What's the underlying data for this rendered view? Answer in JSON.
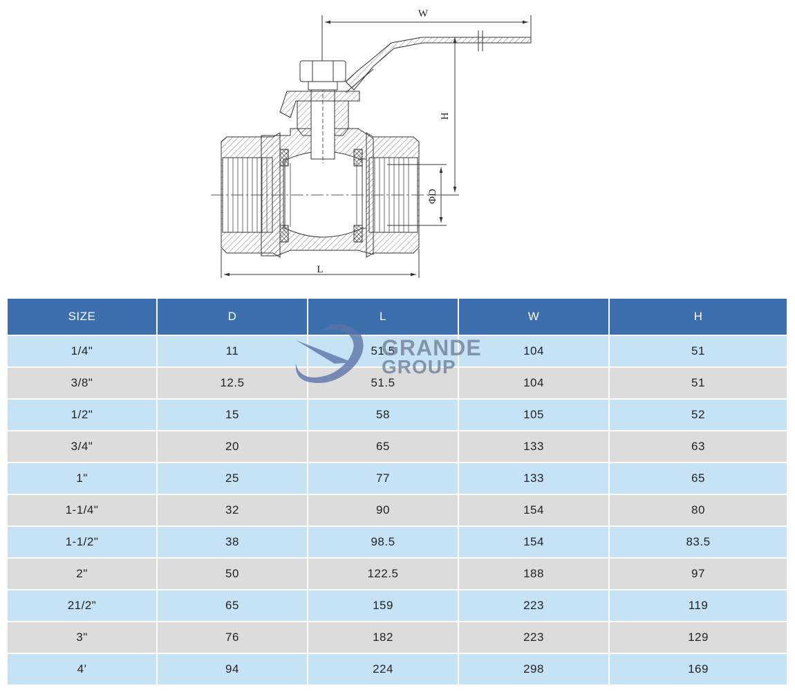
{
  "drawing": {
    "dimension_labels": {
      "W": "W",
      "H": "H",
      "D": "ΦD",
      "L": "L"
    }
  },
  "watermark": {
    "line1": "GRANDE",
    "line2": "GROUP",
    "color": "#6d86b8"
  },
  "table": {
    "header_color": "#3d6fae",
    "row_colors": [
      "#c6e3f6",
      "#dcdcdc"
    ],
    "columns": [
      "SIZE",
      "D",
      "L",
      "W",
      "H"
    ],
    "rows": [
      [
        "1/4\"",
        "11",
        "51.5",
        "104",
        "51"
      ],
      [
        "3/8\"",
        "12.5",
        "51.5",
        "104",
        "51"
      ],
      [
        "1/2\"",
        "15",
        "58",
        "105",
        "52"
      ],
      [
        "3/4\"",
        "20",
        "65",
        "133",
        "63"
      ],
      [
        "1\"",
        "25",
        "77",
        "133",
        "65"
      ],
      [
        "1-1/4\"",
        "32",
        "90",
        "154",
        "80"
      ],
      [
        "1-1/2\"",
        "38",
        "98.5",
        "154",
        "83.5"
      ],
      [
        "2\"",
        "50",
        "122.5",
        "188",
        "97"
      ],
      [
        "21/2\"",
        "65",
        "159",
        "223",
        "119"
      ],
      [
        "3\"",
        "76",
        "182",
        "223",
        "129"
      ],
      [
        "4'",
        "94",
        "224",
        "298",
        "169"
      ]
    ]
  }
}
